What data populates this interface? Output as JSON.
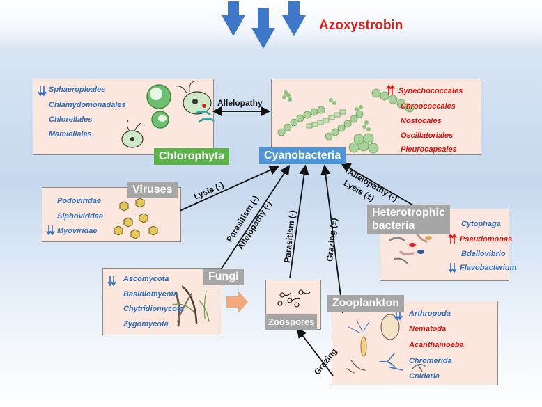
{
  "title": "Azoxystrobin",
  "colors": {
    "increase": "#e01010",
    "decrease": "#2f6ec0",
    "label_blue": "#4f95d5",
    "label_green": "#5bb34a",
    "label_gray": "#a6a6a6",
    "box_fill": "#fbe7dd"
  },
  "nodes": {
    "chlorophyta": {
      "label": "Chlorophyta",
      "taxa": [
        "Sphaeropleales",
        "Chlamydomonadales",
        "Chlorellales",
        "Mamiellales"
      ]
    },
    "cyanobacteria": {
      "label": "Cyanobacteria",
      "taxa": [
        "Synechococcales",
        "Chroococcales",
        "Nostocales",
        "Oscillatoriales",
        "Pleurocapsales"
      ]
    },
    "viruses": {
      "label": "Viruses",
      "taxa": [
        "Podoviridae",
        "Siphoviridae",
        "Myoviridae"
      ]
    },
    "heterotrophic": {
      "label_line1": "Heterotrophic",
      "label_line2": "bacteria",
      "taxa": [
        "Cytophaga",
        "Pseudomonas",
        "Bdellovibrio",
        "Flavobacterium"
      ]
    },
    "fungi": {
      "label": "Fungi",
      "taxa": [
        "Ascomycota",
        "Basidiomycota",
        "Chytridiomycota",
        "Zygomycota"
      ]
    },
    "zoospores": {
      "label": "Zoospores"
    },
    "zooplankton": {
      "label": "Zooplankton",
      "taxa": [
        "Arthropoda",
        "Nematoda",
        "Acanthamoeba",
        "Chromerida",
        "Cnidaria"
      ]
    }
  },
  "edges": {
    "allelopathy": "Allelopathy",
    "lysis_viruses": "Lysis (-)",
    "parasitism_fungi": "Parasitism (-)",
    "allelopathy_fungi": "Allelopathy (-)",
    "parasitism_zoospores": "Parasitism (-)",
    "grazing_zooplankton": "Grazing (±)",
    "allelopathy_bacteria": "Allelopathy (-)",
    "lysis_bacteria": "Lysis (±)",
    "grazing_zoospores": "Grazing"
  }
}
